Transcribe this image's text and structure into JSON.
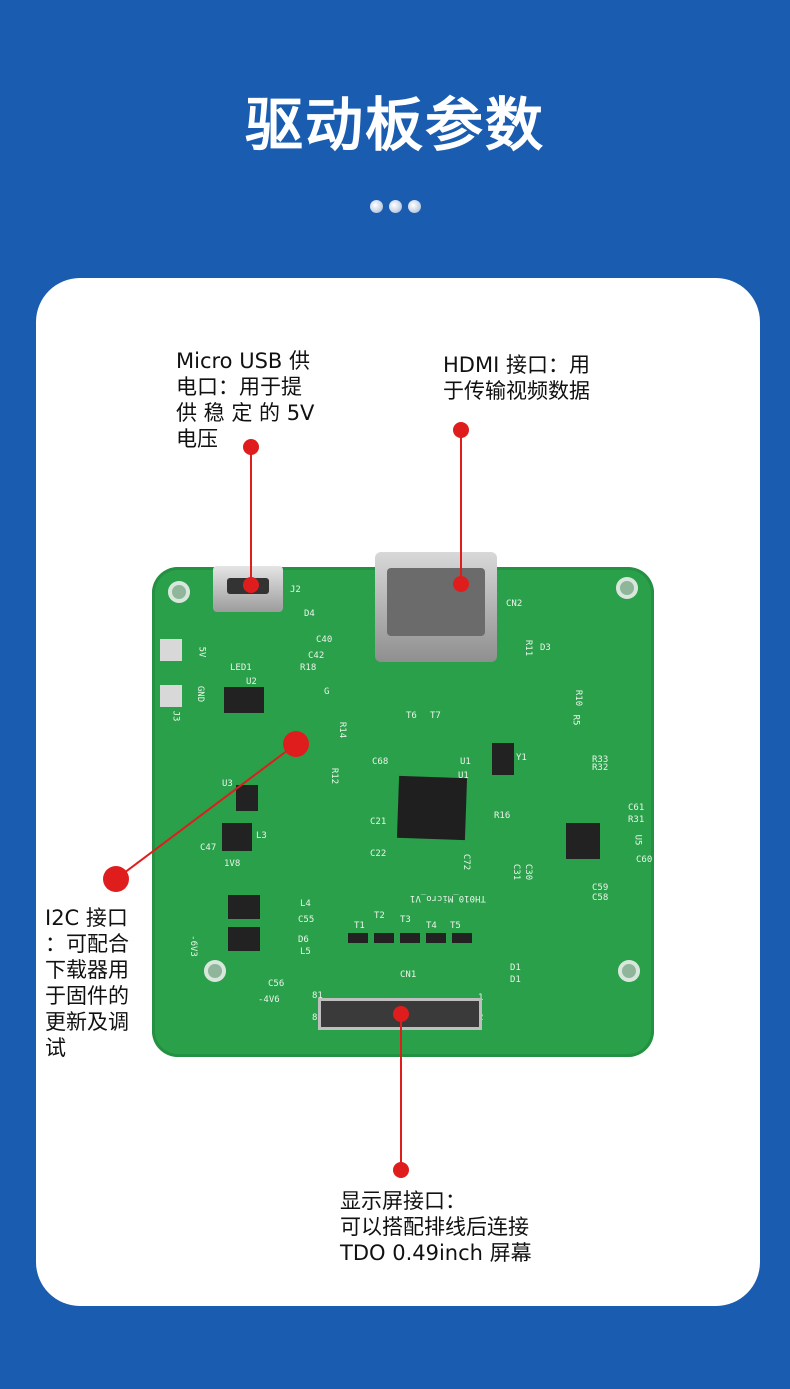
{
  "page": {
    "title": "驱动板参数"
  },
  "labels": {
    "usb": "Micro USB 供\n电口：用于提\n供 稳 定 的 5V\n电压",
    "hdmi": "HDMI 接口：用\n于传输视频数据",
    "i2c": "I2C 接口\n：可配合\n下载器用\n于固件的\n更新及调\n试",
    "display": "显示屏接口：\n可以搭配排线后连接\nTDO  0.49inch 屏幕"
  },
  "colors": {
    "background": "#1a5cb0",
    "card": "#ffffff",
    "marker": "#e01d1d",
    "pcb": "#2aa04a"
  },
  "silkscreen": {
    "board_name": "TH010_Micro_V1",
    "connectors": [
      "J2",
      "CN2",
      "J3",
      "CN1"
    ],
    "test_points": [
      "T1",
      "T2",
      "T3",
      "T4",
      "T5",
      "T6",
      "T7"
    ],
    "chips": [
      "U1",
      "U2",
      "U3",
      "U5"
    ],
    "caps": [
      "C40",
      "C42",
      "C68",
      "C22",
      "C21",
      "C72",
      "C31",
      "C30",
      "C61",
      "C60",
      "C58",
      "C59"
    ],
    "resistors": [
      "R18",
      "R12",
      "R16",
      "R31",
      "R33",
      "R32",
      "R10",
      "R5",
      "R14"
    ],
    "parts": [
      "L3",
      "L4",
      "L5",
      "D4",
      "D6",
      "Y1",
      "D3",
      "D1",
      "C55",
      "C56",
      "C47",
      "1V8",
      "-6V3",
      "-4V6"
    ],
    "pin_marks": [
      "81",
      "80",
      "1",
      "2",
      "G",
      "5V",
      "GND"
    ],
    "misc": [
      "LED1",
      "R11",
      "D1",
      "U1"
    ]
  }
}
